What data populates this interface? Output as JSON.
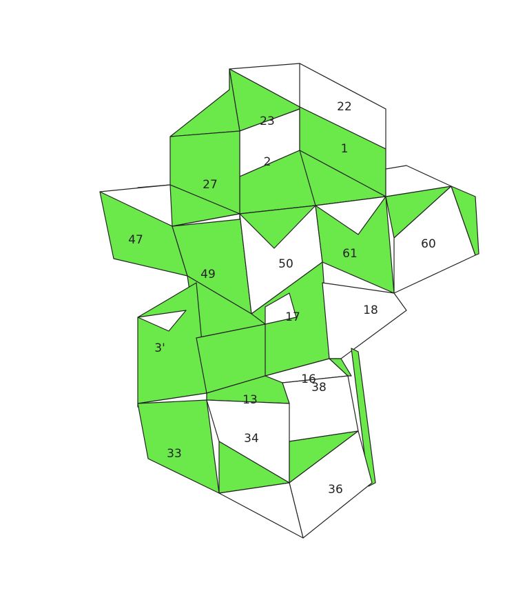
{
  "colors": {
    "filled": "#6be84a",
    "empty": "#ffffff",
    "edge": "#222222",
    "background": "#ffffff"
  },
  "face_labels": {
    "f22": "22",
    "f23": "23",
    "f2": "2",
    "f1": "1",
    "f27": "27",
    "f47": "47",
    "f49": "49",
    "f50": "50",
    "f61": "61",
    "f60": "60",
    "f17": "17",
    "f18": "18",
    "f31": "3'",
    "f16": "16",
    "f38": "38",
    "f13": "13",
    "f34": "34",
    "f33": "33",
    "f36": "36"
  }
}
